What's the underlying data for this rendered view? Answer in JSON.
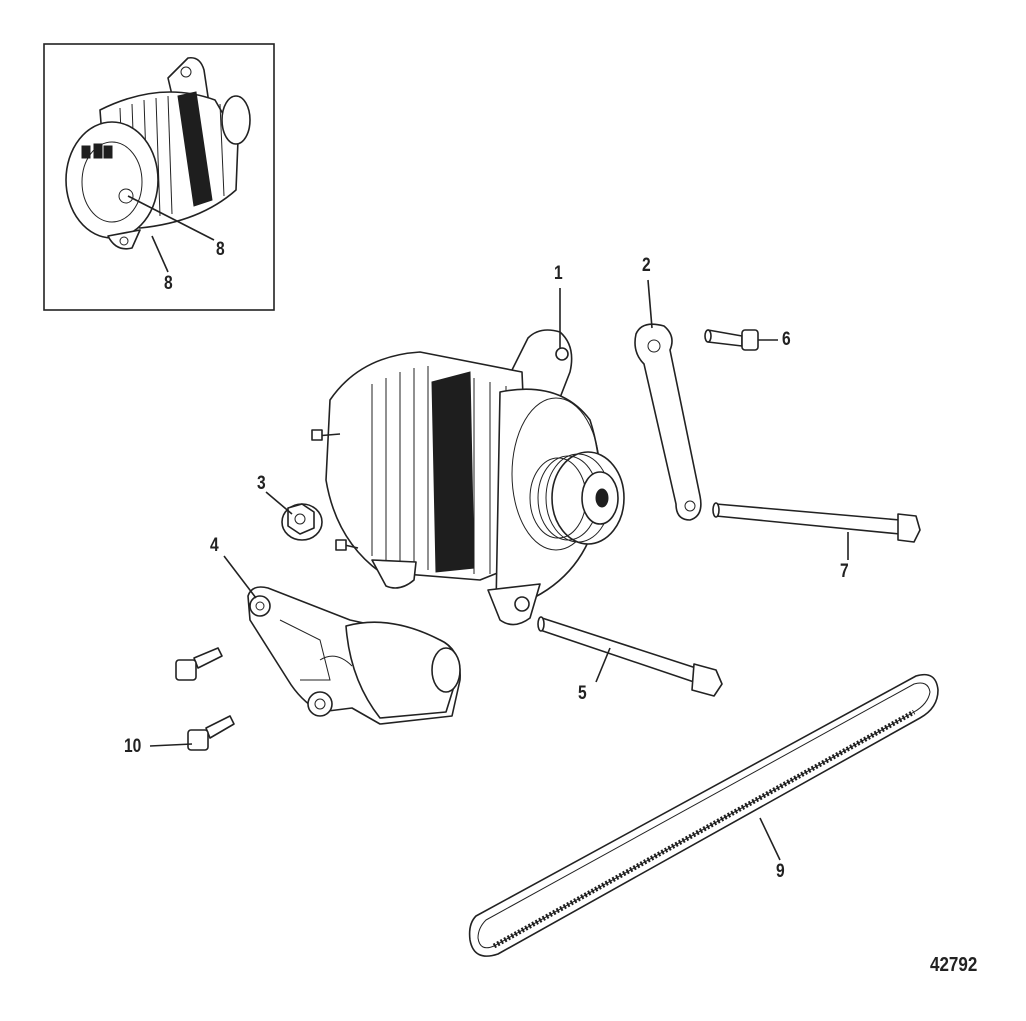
{
  "figure_number": "42792",
  "inset": {
    "callouts": [
      "8",
      "8"
    ]
  },
  "callouts": [
    "1",
    "2",
    "3",
    "4",
    "5",
    "6",
    "7",
    "9",
    "10"
  ]
}
